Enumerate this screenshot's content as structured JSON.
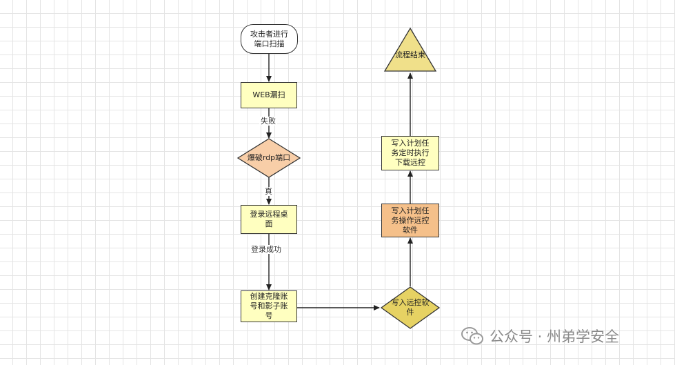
{
  "nodes": {
    "start": "攻击者进行\n端口扫描",
    "web_scan": "WEB漏扫",
    "rdp_brute": "爆破rdp端口",
    "login_rdp": "登录远程桌\n面",
    "create_accounts": "创建克隆账\n号和影子账\n号",
    "write_remote": "写入远控软\n件",
    "schedule_run": "写入计划任\n务操作远控\n软件",
    "schedule_download": "写入计划任\n务定时执行\n下载远控",
    "end": "流程结束"
  },
  "edge_labels": {
    "fail": "失败",
    "true": "真",
    "login_success": "登录成功"
  },
  "watermark": {
    "text": "公众号 · 州弟学安全",
    "icon": "wechat-icon"
  },
  "colors": {
    "process_fill": "#ffffc0",
    "decision_fill": "#f8cea8",
    "decision_yellow_fill": "#e6d263",
    "orange_fill": "#f5c08a",
    "triangle_fill": "#f0e08a",
    "stroke": "#333333"
  }
}
